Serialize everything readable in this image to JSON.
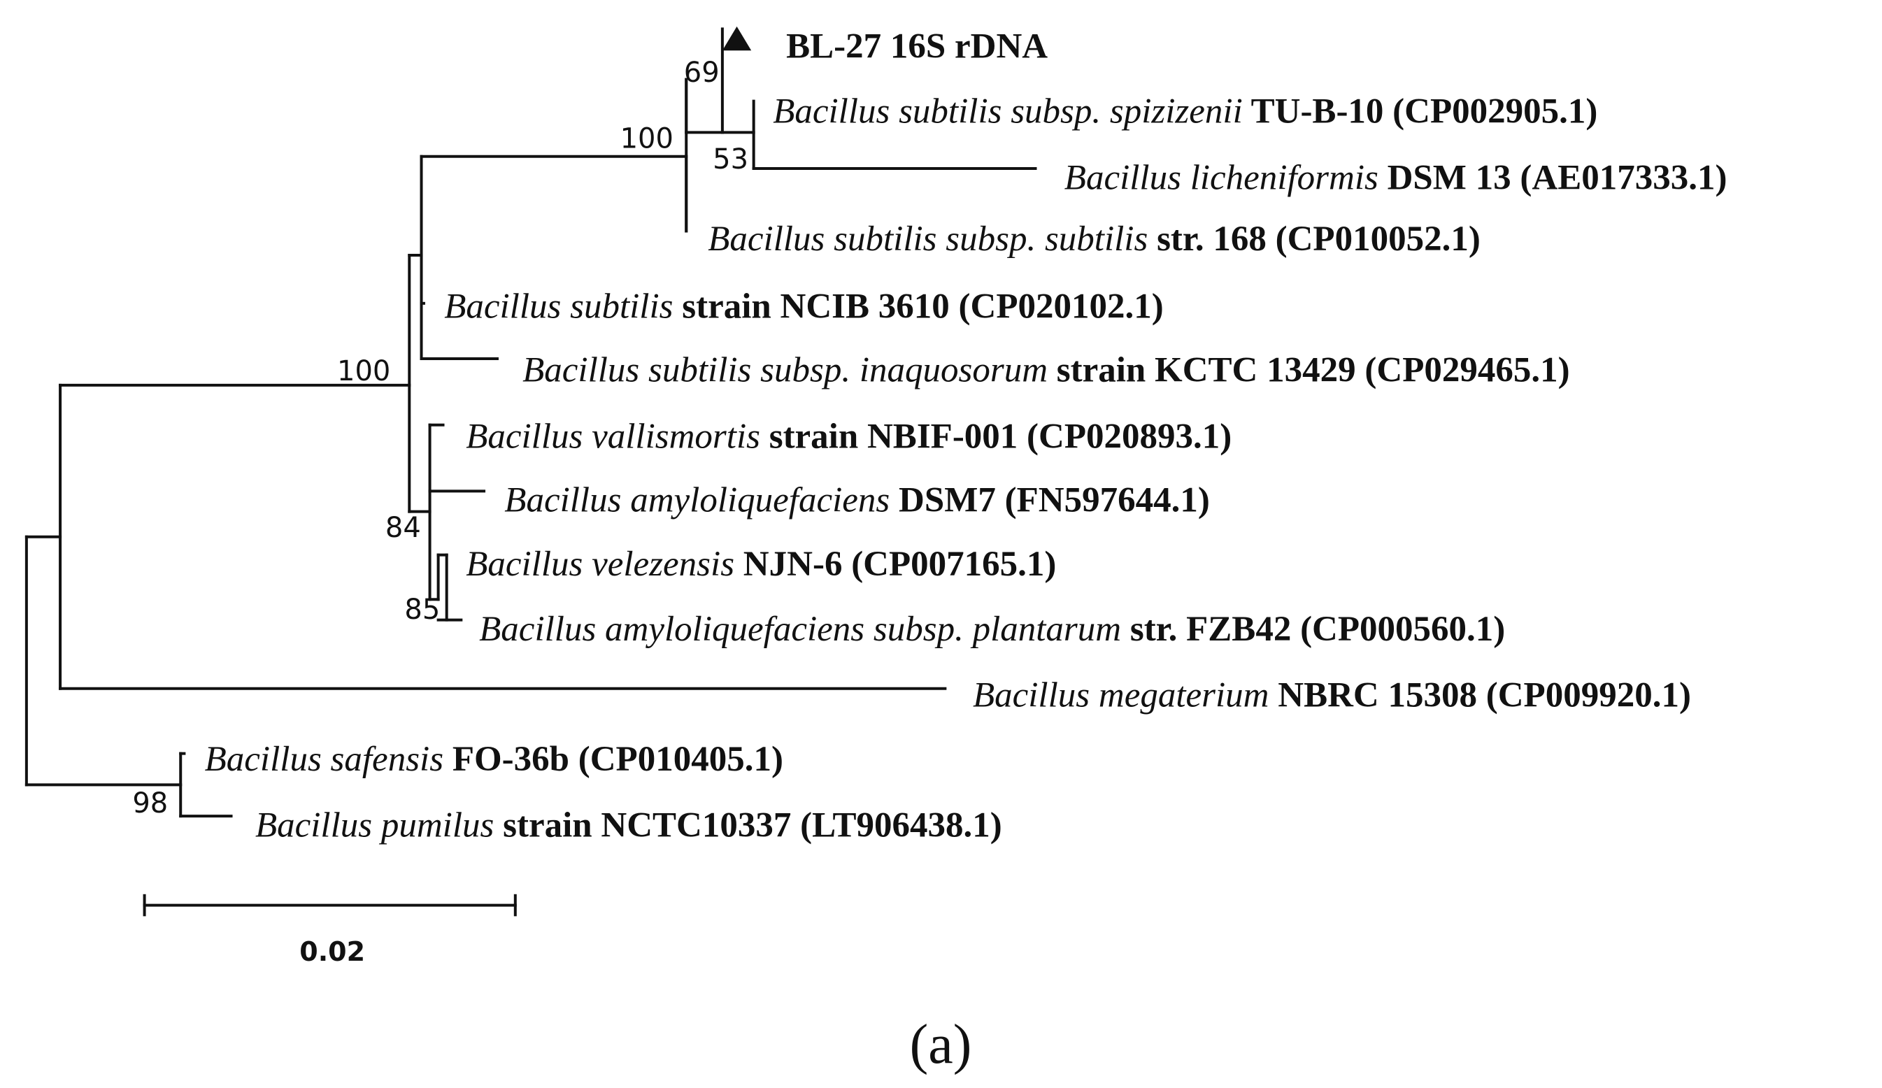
{
  "figure": {
    "panel_label": "(a)",
    "scale_bar_label": "0.02",
    "query_marker_icon": "filled-triangle-icon"
  },
  "taxa": [
    {
      "id": "bl27",
      "parts": [
        {
          "t": "BL-27 16S rDNA",
          "s": "bold"
        }
      ],
      "is_query": true
    },
    {
      "id": "spizizenii",
      "parts": [
        {
          "t": "Bacillus subtilis subsp. spizizenii",
          "s": "italic"
        },
        {
          "t": " TU-B-10 (CP002905.1)",
          "s": "bold"
        }
      ]
    },
    {
      "id": "licheniformis",
      "parts": [
        {
          "t": "Bacillus licheniformis",
          "s": "italic"
        },
        {
          "t": " DSM 13 (AE017333.1)",
          "s": "bold"
        }
      ]
    },
    {
      "id": "subtilis168",
      "parts": [
        {
          "t": "Bacillus subtilis subsp. subtilis",
          "s": "italic"
        },
        {
          "t": " str. 168 (CP010052.1)",
          "s": "bold"
        }
      ]
    },
    {
      "id": "ncib3610",
      "parts": [
        {
          "t": "Bacillus subtilis",
          "s": "italic"
        },
        {
          "t": " strain NCIB 3610 (CP020102.1)",
          "s": "bold"
        }
      ]
    },
    {
      "id": "inaquosorum",
      "parts": [
        {
          "t": "Bacillus subtilis subsp. inaquosorum",
          "s": "italic"
        },
        {
          "t": " strain KCTC 13429 (CP029465.1)",
          "s": "bold"
        }
      ]
    },
    {
      "id": "vallismortis",
      "parts": [
        {
          "t": "Bacillus vallismortis",
          "s": "italic"
        },
        {
          "t": " strain NBIF-001 (CP020893.1)",
          "s": "bold"
        }
      ]
    },
    {
      "id": "amylo_dsm7",
      "parts": [
        {
          "t": "Bacillus amyloliquefaciens",
          "s": "italic"
        },
        {
          "t": " DSM7 (FN597644.1)",
          "s": "bold"
        }
      ]
    },
    {
      "id": "velezensis",
      "parts": [
        {
          "t": "Bacillus velezensis",
          "s": "italic"
        },
        {
          "t": " NJN-6 (CP007165.1)",
          "s": "bold"
        }
      ]
    },
    {
      "id": "plantarum",
      "parts": [
        {
          "t": "Bacillus amyloliquefaciens subsp. plantarum",
          "s": "italic"
        },
        {
          "t": " str. FZB42 (CP000560.1)",
          "s": "bold"
        }
      ]
    },
    {
      "id": "megaterium",
      "parts": [
        {
          "t": "Bacillus megaterium",
          "s": "italic"
        },
        {
          "t": " NBRC 15308 (CP009920.1)",
          "s": "bold"
        }
      ]
    },
    {
      "id": "safensis",
      "parts": [
        {
          "t": "Bacillus safensis",
          "s": "italic"
        },
        {
          "t": " FO-36b (CP010405.1)",
          "s": "bold"
        }
      ]
    },
    {
      "id": "pumilus",
      "parts": [
        {
          "t": "Bacillus pumilus",
          "s": "italic"
        },
        {
          "t": " strain NCTC10337 (LT906438.1)",
          "s": "bold"
        }
      ]
    }
  ],
  "bootstrap_values": [
    {
      "id": "bs_69",
      "value": "69"
    },
    {
      "id": "bs_53",
      "value": "53"
    },
    {
      "id": "bs_100_subtilis",
      "value": "100"
    },
    {
      "id": "bs_100_main",
      "value": "100"
    },
    {
      "id": "bs_84",
      "value": "84"
    },
    {
      "id": "bs_85",
      "value": "85"
    },
    {
      "id": "bs_98",
      "value": "98"
    }
  ]
}
